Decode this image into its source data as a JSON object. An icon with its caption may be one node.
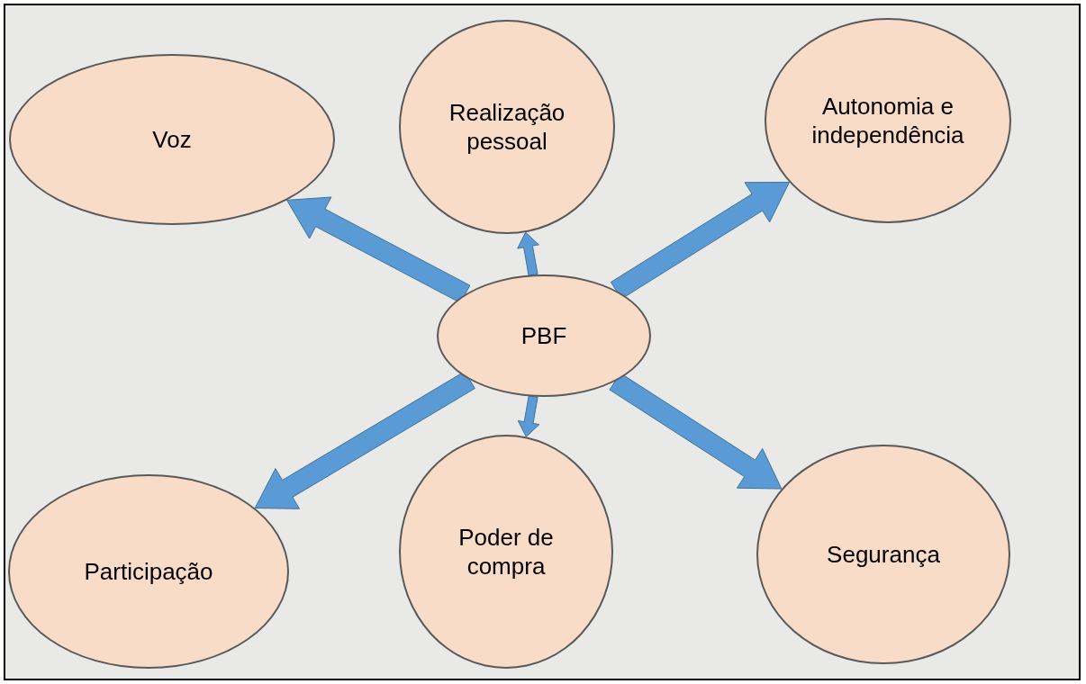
{
  "diagram": {
    "nodes": [
      {
        "text": [
          "Voz"
        ]
      },
      {
        "text": [
          "Realização pessoal"
        ]
      },
      {
        "text": [
          "Autonomia e independência"
        ]
      },
      {
        "text": [
          "PBF"
        ]
      },
      {
        "text": [
          "Participação"
        ]
      },
      {
        "text": [
          "Poder de compra"
        ]
      },
      {
        "text": [
          "Segurança"
        ]
      }
    ],
    "edges": [
      {
        "from": 3,
        "to": 0,
        "arrow": "to",
        "style": "thick"
      },
      {
        "from": 3,
        "to": 1,
        "arrow": "to"
      },
      {
        "from": 3,
        "to": 2,
        "arrow": "to",
        "style": "thick"
      },
      {
        "from": 3,
        "to": 4,
        "arrow": "to",
        "style": "thick"
      },
      {
        "from": 3,
        "to": 5,
        "arrow": "to"
      },
      {
        "from": 3,
        "to": 6,
        "arrow": "to",
        "style": "thick"
      }
    ]
  }
}
